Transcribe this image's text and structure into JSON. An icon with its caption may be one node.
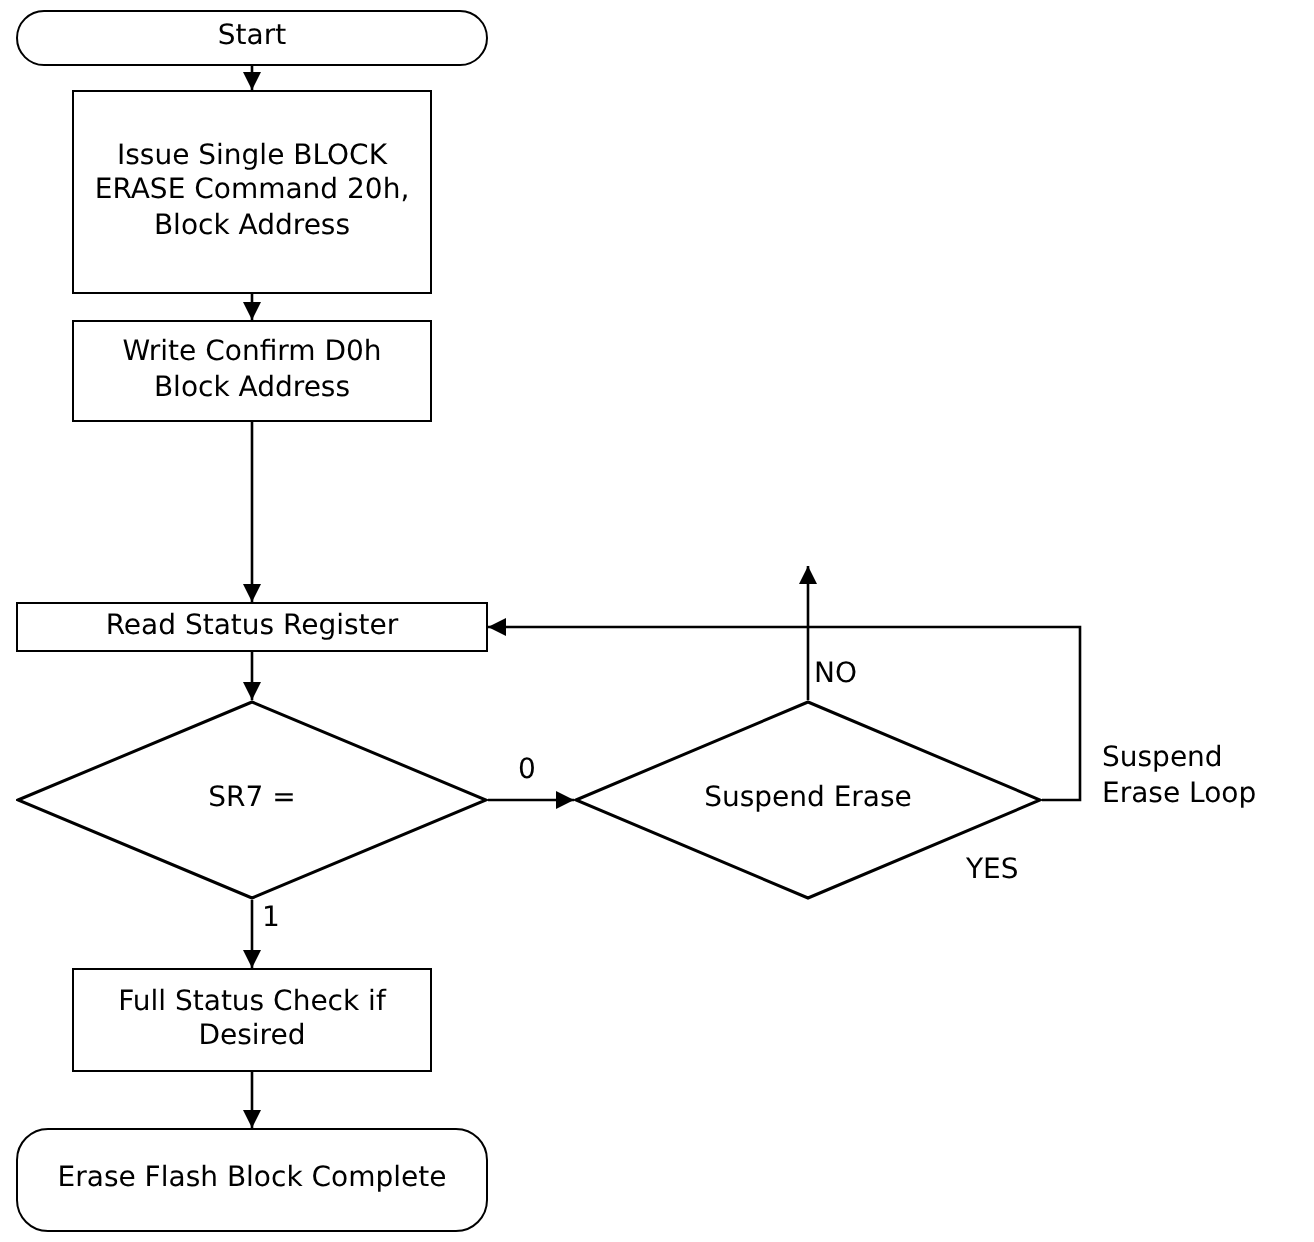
{
  "diagram": {
    "nodes": [
      {
        "text": [
          "Start"
        ]
      },
      {
        "text": [
          "Issue Single BLOCK ERASE Command 20h, Block Address"
        ]
      },
      {
        "text": [
          "Write Confirm D0h Block Address"
        ]
      },
      {
        "text": [
          "Read Status Register"
        ]
      },
      {
        "text": [
          "SR7 ="
        ]
      },
      {
        "text": [
          "Suspend Erase"
        ]
      },
      {
        "text": [
          "Full Status Check if Desired"
        ]
      },
      {
        "text": [
          "Erase Flash Block Complete"
        ]
      }
    ],
    "edges": [
      {
        "from": 0,
        "to": 1,
        "arrow": "to"
      },
      {
        "from": 1,
        "to": 2,
        "arrow": "to"
      },
      {
        "from": 2,
        "to": 3,
        "arrow": "to"
      },
      {
        "from": 3,
        "to": 4,
        "arrow": "to"
      },
      {
        "from": 4,
        "to": 5,
        "arrow": "to",
        "label": "0"
      },
      {
        "from": 5,
        "to": null,
        "arrow": "to",
        "label": "NO"
      },
      {
        "from": 5,
        "to": 3,
        "arrow": "to",
        "label": "YES"
      },
      {
        "from": 4,
        "to": 6,
        "arrow": "to",
        "label": "1"
      },
      {
        "from": 6,
        "to": 7,
        "arrow": "to"
      }
    ],
    "labels": [
      "Suspend Erase Loop"
    ]
  }
}
